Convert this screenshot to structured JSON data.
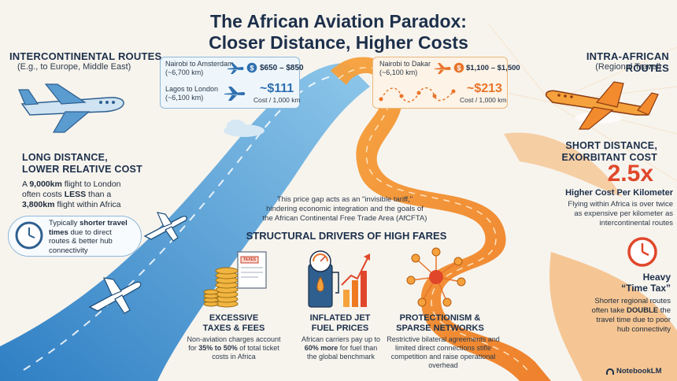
{
  "title_line1": "The African Aviation Paradox:",
  "title_line2": "Closer Distance, Higher Costs",
  "left": {
    "heading": "INTERCONTINENTAL ROUTES",
    "sub": "(E.g., to Europe, Middle East)",
    "claim_line1": "LONG DISTANCE,",
    "claim_line2": "LOWER RELATIVE COST",
    "compare_a": "A ",
    "compare_b": "9,000km",
    "compare_c": " flight to London",
    "compare_d": "often costs ",
    "compare_e": "LESS",
    "compare_f": " than a",
    "compare_g": "3,800km",
    "compare_h": " flight within Africa",
    "time_a": "Typically ",
    "time_b": "shorter travel",
    "time_c": "times",
    "time_d": " due to direct",
    "time_e": "routes & better hub",
    "time_f": "connectivity"
  },
  "box_left": {
    "route1": "Nairobi to Amsterdam",
    "route1_dist": "(~6,700 km)",
    "price1": "$650 – $850",
    "route2": "Lagos to London",
    "route2_dist": "(~6,100 km)",
    "unit": "~$111",
    "unit_label": "Cost / 1,000 km"
  },
  "box_right": {
    "route1": "Nairobi to Dakar",
    "route1_dist": "(~6,100 km)",
    "price1": "$1,100 – $1,500",
    "unit": "~$213",
    "unit_label": "Cost / 1,000 km"
  },
  "right": {
    "heading": "INTRA-AFRICAN ROUTES",
    "sub": "(Regional Travel)",
    "claim_line1": "SHORT DISTANCE,",
    "claim_line2": "EXORBITANT COST",
    "ratio": "2.5x",
    "ratio_label": "Higher Cost Per Kilometer",
    "ratio_txt1": "Flying within Africa is over twice",
    "ratio_txt2": "as expensive per kilometer as",
    "ratio_txt3": "intercontinental routes",
    "tax_line1": "Heavy",
    "tax_line2": "“Time Tax”",
    "tax_txt1": "Shorter regional routes",
    "tax_txt2a": "often take ",
    "tax_txt2b": "DOUBLE",
    "tax_txt2c": " the",
    "tax_txt3": "travel time due to poor",
    "tax_txt4": "hub connectivity"
  },
  "center": {
    "line1": "This price gap acts as an \"invisible tariff,\"",
    "line2": "hindering economic integration and the goals of",
    "line3": "the African Continental Free Trade Area (AfCFTA)"
  },
  "drivers": {
    "heading": "STRUCTURAL DRIVERS OF HIGH FARES",
    "taxes_title1": "EXCESSIVE",
    "taxes_title2": "TAXES & FEES",
    "taxes_txt1": "Non-aviation charges account",
    "taxes_txt2a": "for ",
    "taxes_txt2b": "35% to 50%",
    "taxes_txt2c": " of total ticket",
    "taxes_txt3": "costs in Africa",
    "taxes_tag": "TAXES",
    "fuel_title1": "INFLATED JET",
    "fuel_title2": "FUEL PRICES",
    "fuel_txt1": "African carriers pay up to",
    "fuel_txt2a": "60% more",
    "fuel_txt2b": " for fuel than",
    "fuel_txt3": "the global benchmark",
    "net_title1": "PROTECTIONISM &",
    "net_title2": "SPARSE NETWORKS",
    "net_txt1": "Restrictive bilateral agreements and",
    "net_txt2": "limited direct connections stifle",
    "net_txt3": "competition and raise operational overhead"
  },
  "watermark": "NotebookLM",
  "icons": {
    "plane": "airplane-icon",
    "coin": "dollar-coin-icon",
    "clock": "clock-icon",
    "fuel": "fuel-pump-icon",
    "network": "network-icon",
    "chart": "bar-chart-icon"
  },
  "colors": {
    "blue_road": "#3f8fcf",
    "orange_road": "#f28a2e",
    "title": "#1c2f4a",
    "ratio": "#e0472a"
  }
}
